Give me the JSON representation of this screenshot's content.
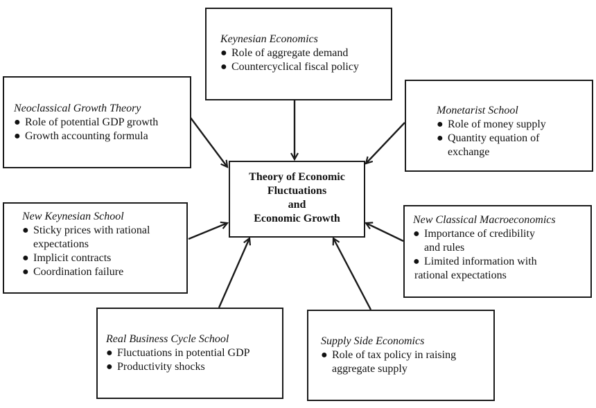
{
  "center": {
    "lines": [
      "Theory of Economic",
      "Fluctuations",
      "and",
      "Economic Growth"
    ]
  },
  "boxes": {
    "keynesian": {
      "title": "Keynesian Economics",
      "items": [
        [
          "Role of aggregate demand"
        ],
        [
          "Countercyclical fiscal policy"
        ]
      ]
    },
    "neoclassical": {
      "title": "Neoclassical Growth Theory",
      "items": [
        [
          "Role of potential GDP growth"
        ],
        [
          "Growth accounting formula"
        ]
      ]
    },
    "monetarist": {
      "title": "Monetarist School",
      "items": [
        [
          "Role of money supply"
        ],
        [
          "Quantity equation of",
          "exchange"
        ]
      ]
    },
    "new_keynesian": {
      "title": "New Keynesian School",
      "items": [
        [
          "Sticky prices with rational",
          "expectations"
        ],
        [
          "Implicit contracts"
        ],
        [
          "Coordination failure"
        ]
      ]
    },
    "new_classical": {
      "title": "New Classical Macroeconomics",
      "items": [
        [
          "Importance of credibility",
          "and rules"
        ],
        [
          "Limited information with",
          "rational expectations"
        ]
      ]
    },
    "rbc": {
      "title": "Real Business Cycle School",
      "items": [
        [
          "Fluctuations in potential GDP"
        ],
        [
          "Productivity shocks"
        ]
      ]
    },
    "supply_side": {
      "title": "Supply Side Economics",
      "items": [
        [
          "Role of tax policy in raising",
          "aggregate supply"
        ]
      ]
    }
  },
  "bullet_glyph": "●",
  "colors": {
    "line": "#1a1a1a",
    "background": "#ffffff"
  }
}
